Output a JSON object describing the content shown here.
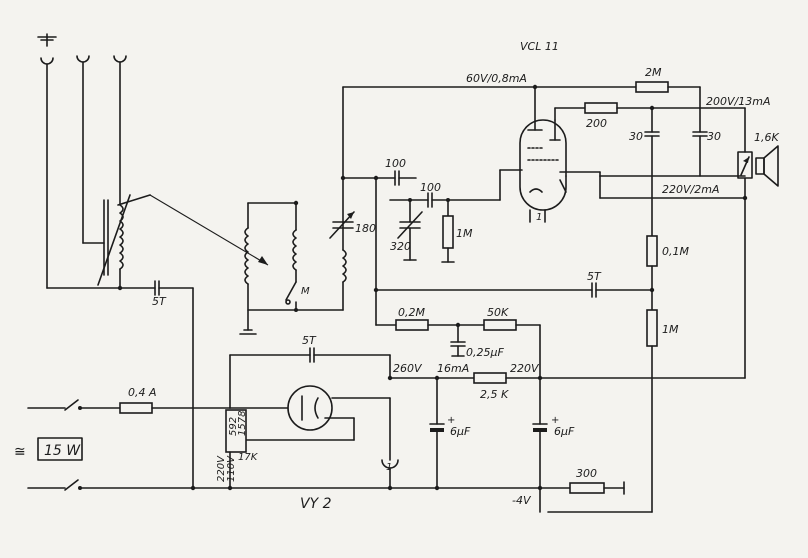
{
  "tubes": {
    "main": "VCL 11",
    "rectifier": "VY 2",
    "rectifier_pin": "1",
    "main_pin": "1"
  },
  "voltages": {
    "v60": "60V/0,8mA",
    "v200": "200V/13mA",
    "v220_2": "220V/2mA",
    "v260": "260V",
    "i16": "16mA",
    "v220": "220V",
    "vneg4": "-4V"
  },
  "components": {
    "r_2M_top": "2M",
    "r_200": "200",
    "c_30_a": "30",
    "c_30_b": "30",
    "r_1_6K": "1,6K",
    "c_100_a": "100",
    "c_100_b": "100",
    "c_180": "180",
    "c_320": "320",
    "r_1M_grid": "1M",
    "coil_M": "M",
    "c_5T_ant": "5T",
    "r_0_1M": "0,1M",
    "c_5T_mid": "5T",
    "r_0_2M": "0,2M",
    "r_50K": "50K",
    "c_0_25": "0,25µF",
    "r_1M_right": "1M",
    "c_5T_low": "5T",
    "fuse": "0,4 A",
    "tap_592": "592",
    "tap_1578": "1578",
    "r_17K": "17K",
    "mains_220": "220V",
    "mains_110": "110V",
    "r_2_5K": "2,5 K",
    "c_6uF_a": "6µF",
    "c_6uF_b": "6µF",
    "r_300": "300"
  },
  "power": {
    "rating": "15 W",
    "ac_symbol": "≅"
  }
}
